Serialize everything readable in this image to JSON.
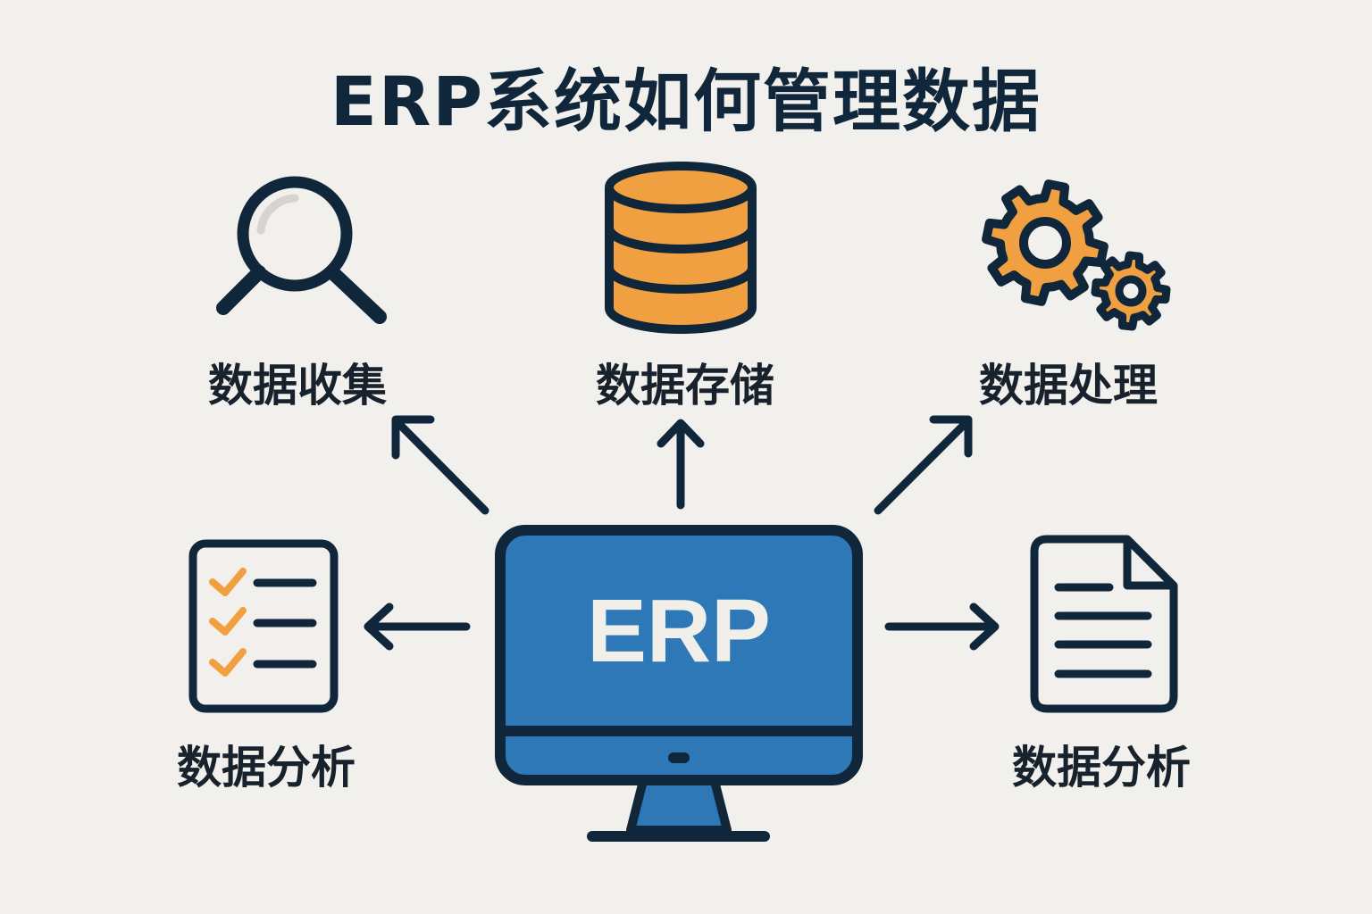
{
  "title": "ERP系统如何管理数据",
  "center": {
    "label": "ERP",
    "icon": "monitor-icon"
  },
  "nodes": [
    {
      "id": "collect",
      "label": "数据收集",
      "icon": "magnifier-icon"
    },
    {
      "id": "store",
      "label": "数据存储",
      "icon": "database-icon"
    },
    {
      "id": "process",
      "label": "数据处理",
      "icon": "gears-icon"
    },
    {
      "id": "analyze-left",
      "label": "数据分析",
      "icon": "checklist-icon"
    },
    {
      "id": "analyze-right",
      "label": "数据分析",
      "icon": "document-icon"
    }
  ],
  "colors": {
    "background": "#f2f0ec",
    "outline": "#10263a",
    "accent_orange": "#f0a040",
    "screen_blue": "#2f78b8",
    "text_light": "#f1efea"
  }
}
